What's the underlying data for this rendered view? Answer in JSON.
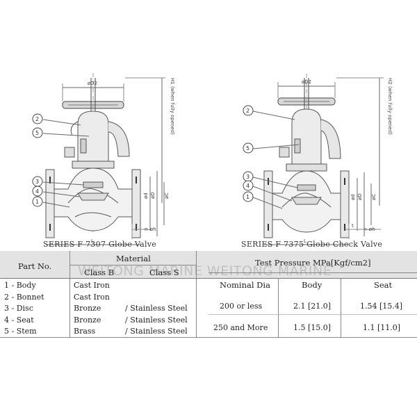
{
  "drawings": {
    "left": {
      "caption": "SERIES F 7307 Globe Valve",
      "labels": {
        "d2": "øD2",
        "h1": "H1 (when fully opened)",
        "l": "L",
        "t": "t",
        "nph": "n–øh",
        "dims": [
          "ød",
          "øD",
          "øC"
        ]
      },
      "callouts": [
        "2",
        "5",
        "3",
        "4",
        "1"
      ]
    },
    "right": {
      "caption": "SERIES F 7375 Globe Check Valve",
      "labels": {
        "d2": "øD2",
        "h2": "H2 (when fully opened)",
        "l": "L",
        "t": "t",
        "nph": "n–øh",
        "dims": [
          "ød",
          "øD",
          "øC"
        ]
      },
      "callouts": [
        "2",
        "5",
        "3",
        "4",
        "1"
      ]
    }
  },
  "watermark": "WEITONG MARINE  WEITONG MARINE",
  "materials": {
    "part_header": "Part No.",
    "material_header": "Material",
    "class_b": "Class B",
    "class_s": "Class S",
    "rows": [
      {
        "part": "1 - Body",
        "b": "Cast Iron",
        "s": ""
      },
      {
        "part": "2 - Bonnet",
        "b": "Cast Iron",
        "s": ""
      },
      {
        "part": "3 - Disc",
        "b": "Bronze",
        "s": "/ Stainless Steel"
      },
      {
        "part": "4 - Seat",
        "b": "Bronze",
        "s": "/ Stainless Steel"
      },
      {
        "part": "5 - Stem",
        "b": "Brass",
        "s": "/ Stainless Steel"
      }
    ]
  },
  "pressure": {
    "title": "Test Pressure MPa[Kgf/cm2]",
    "nominal_header": "Nominal Dia",
    "body_header": "Body",
    "seat_header": "Seat",
    "rows": [
      {
        "dia": "200 or less",
        "body": "2.1 [21.0]",
        "seat": "1.54 [15.4]"
      },
      {
        "dia": "250 and More",
        "body": "1.5 [15.0]",
        "seat": "1.1 [11.0]"
      }
    ]
  }
}
